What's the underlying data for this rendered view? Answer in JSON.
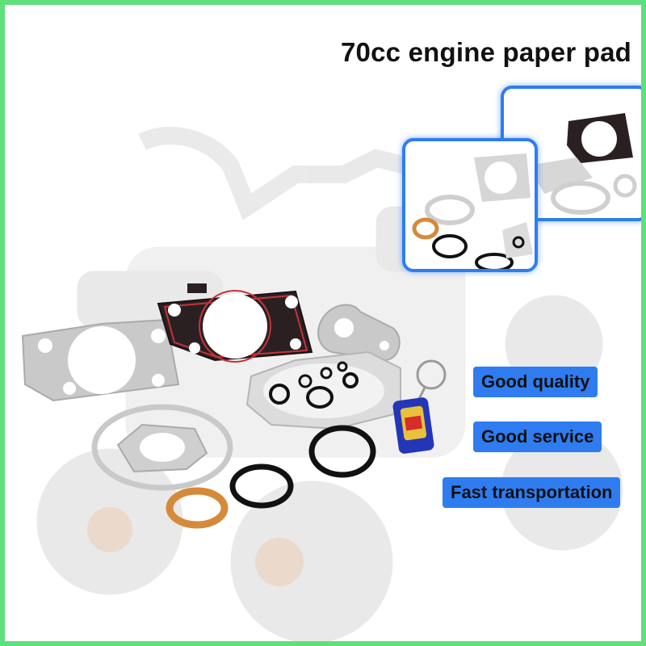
{
  "title": "70cc engine paper pad",
  "badges": [
    {
      "label": "Good quality"
    },
    {
      "label": "Good service"
    },
    {
      "label": "Fast transportation"
    }
  ],
  "colors": {
    "frame": "#5fe07a",
    "accent": "#2f7cf0",
    "gasket_gray": "#c9c9c9",
    "head_gasket": "#2a2022",
    "copper": "#d58a3a",
    "ring_black": "#111111"
  },
  "product": {
    "name": "engine gasket set",
    "items": [
      "cylinder head gasket",
      "cylinder base gasket",
      "intake gaskets",
      "valve cover gasket",
      "o-rings",
      "copper exhaust ring",
      "keychain"
    ]
  }
}
